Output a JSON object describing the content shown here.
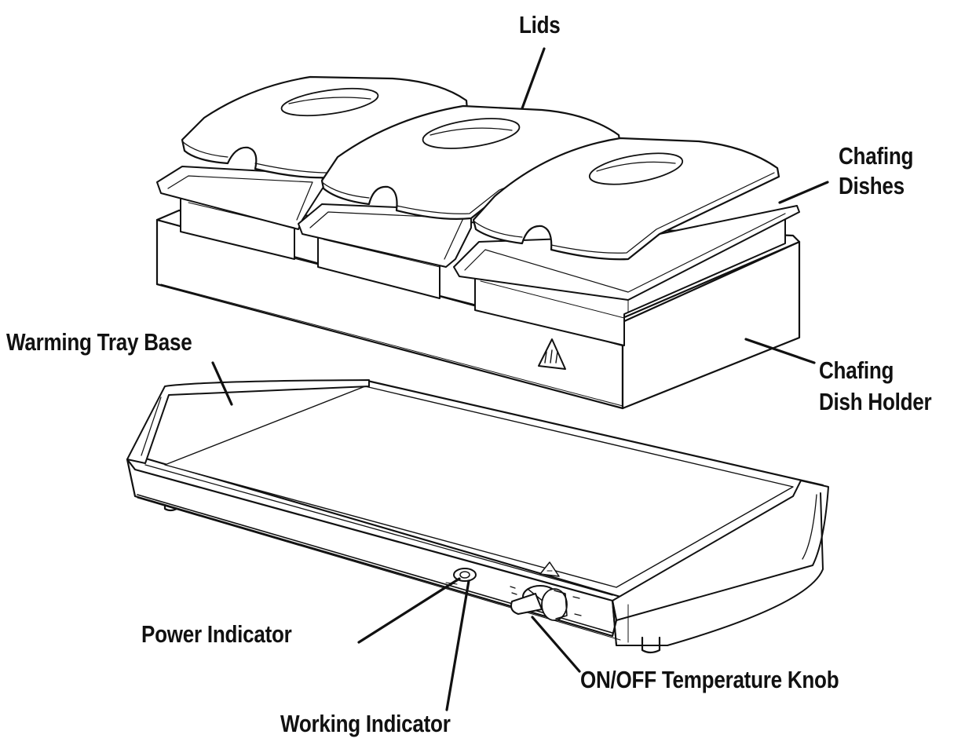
{
  "diagram": {
    "labels": {
      "lids": "Lids",
      "chafing_dishes": [
        "Chafing",
        "Dishes"
      ],
      "chafing_dish_holder": [
        "Chafing",
        "Dish Holder"
      ],
      "warming_tray_base": "Warming Tray Base",
      "power_indicator": "Power Indicator",
      "working_indicator": "Working Indicator",
      "temperature_knob": "ON/OFF Temperature Knob"
    },
    "colors": {
      "ink": "#111111",
      "paper": "#ffffff",
      "shade": "#f2f2f2"
    }
  }
}
